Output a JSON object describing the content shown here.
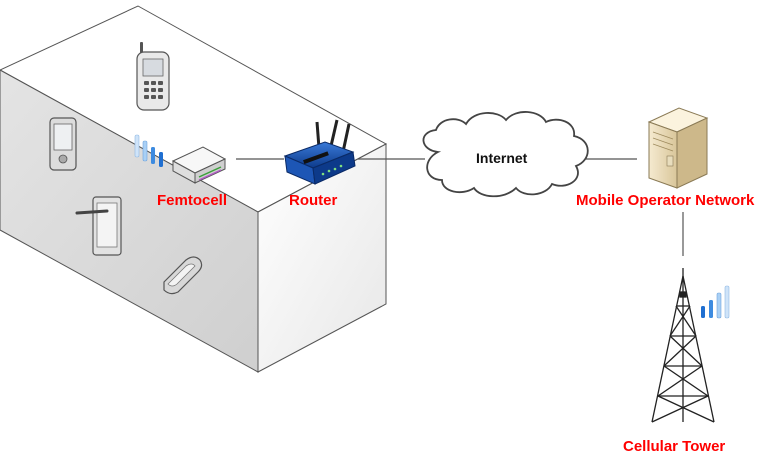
{
  "labels": {
    "femtocell": "Femtocell",
    "router": "Router",
    "internet": "Internet",
    "mobile_operator_network": "Mobile Operator Network",
    "cellular_tower": "Cellular Tower"
  },
  "icons": [
    "cell-phone-icon",
    "pda-icon",
    "tablet-icon",
    "flip-phone-icon",
    "femtocell-device-icon",
    "router-icon",
    "cloud-icon",
    "server-icon",
    "cell-tower-icon",
    "signal-bars-icon"
  ],
  "colors": {
    "label_red": "#ff0000",
    "signal_blue": "#1f6fd1",
    "signal_light": "#a9d0f5",
    "building_top": "#ffffff",
    "building_front": "#d4d4d4",
    "building_side": "#f1f1f1"
  }
}
